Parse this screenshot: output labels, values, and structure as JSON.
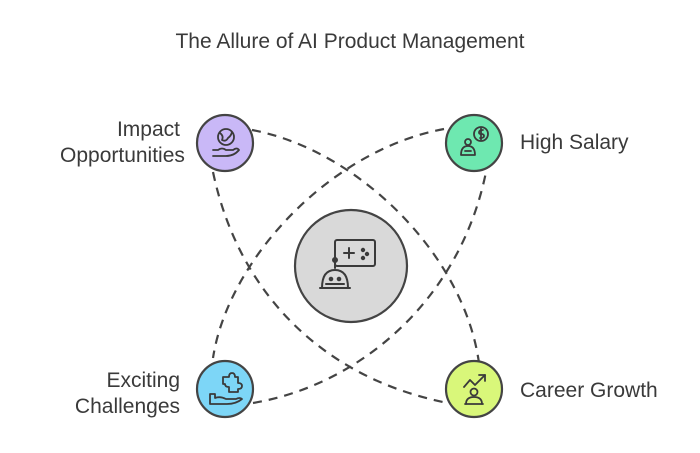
{
  "title": "The Allure of AI Product Management",
  "center": {
    "icon": "robot-game-controller-icon"
  },
  "nodes": [
    {
      "id": "impact",
      "label_lines": [
        "Impact",
        "Opportunities"
      ],
      "icon": "globe-hand-icon",
      "color": "#c9b8f7"
    },
    {
      "id": "salary",
      "label_lines": [
        "High Salary"
      ],
      "icon": "money-person-icon",
      "color": "#6ee8b0"
    },
    {
      "id": "challenges",
      "label_lines": [
        "Exciting",
        "Challenges"
      ],
      "icon": "puzzle-hand-icon",
      "color": "#7dd6f7"
    },
    {
      "id": "growth",
      "label_lines": [
        "Career Growth"
      ],
      "icon": "growth-arrow-icon",
      "color": "#d9f77a"
    }
  ]
}
